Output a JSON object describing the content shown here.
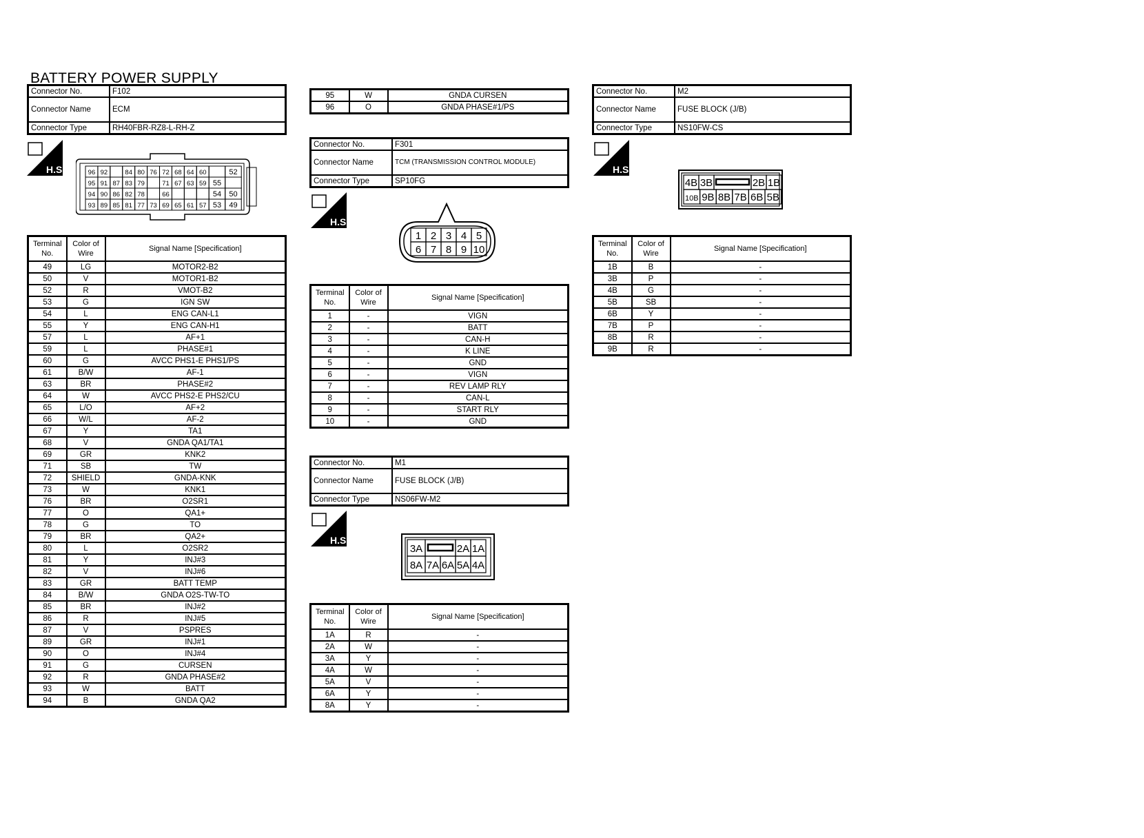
{
  "title": "BATTERY POWER SUPPLY",
  "labels": {
    "connector_no": "Connector No.",
    "connector_name": "Connector Name",
    "connector_type": "Connector Type",
    "hs": "H.S.",
    "col_terminal": "Terminal No.",
    "col_color": "Color of Wire",
    "col_signal": "Signal Name [Specification]"
  },
  "f102": {
    "no": "F102",
    "name": "ECM",
    "type": "RH40FBR-RZ8-L-RH-Z",
    "pins_row1": [
      "96",
      "92",
      "",
      "84",
      "80",
      "76",
      "72",
      "68",
      "64",
      "60",
      "",
      "52"
    ],
    "pins_row2": [
      "95",
      "91",
      "87",
      "83",
      "79",
      "",
      "71",
      "67",
      "63",
      "59",
      "55",
      ""
    ],
    "pins_row3": [
      "94",
      "90",
      "86",
      "82",
      "78",
      "",
      "66",
      "",
      "",
      "",
      "54",
      "50"
    ],
    "pins_row4": [
      "93",
      "89",
      "85",
      "81",
      "77",
      "73",
      "69",
      "65",
      "61",
      "57",
      "53",
      "49"
    ],
    "rows": [
      [
        "49",
        "LG",
        "MOTOR2-B2"
      ],
      [
        "50",
        "V",
        "MOTOR1-B2"
      ],
      [
        "52",
        "R",
        "VMOT-B2"
      ],
      [
        "53",
        "G",
        "IGN SW"
      ],
      [
        "54",
        "L",
        "ENG CAN-L1"
      ],
      [
        "55",
        "Y",
        "ENG CAN-H1"
      ],
      [
        "57",
        "L",
        "AF+1"
      ],
      [
        "59",
        "L",
        "PHASE#1"
      ],
      [
        "60",
        "G",
        "AVCC PHS1-E PHS1/PS"
      ],
      [
        "61",
        "B/W",
        "AF-1"
      ],
      [
        "63",
        "BR",
        "PHASE#2"
      ],
      [
        "64",
        "W",
        "AVCC PHS2-E PHS2/CU"
      ],
      [
        "65",
        "L/O",
        "AF+2"
      ],
      [
        "66",
        "W/L",
        "AF-2"
      ],
      [
        "67",
        "Y",
        "TA1"
      ],
      [
        "68",
        "V",
        "GNDA QA1/TA1"
      ],
      [
        "69",
        "GR",
        "KNK2"
      ],
      [
        "71",
        "SB",
        "TW"
      ],
      [
        "72",
        "SHIELD",
        "GNDA-KNK"
      ],
      [
        "73",
        "W",
        "KNK1"
      ],
      [
        "76",
        "BR",
        "O2SR1"
      ],
      [
        "77",
        "O",
        "QA1+"
      ],
      [
        "78",
        "G",
        "TO"
      ],
      [
        "79",
        "BR",
        "QA2+"
      ],
      [
        "80",
        "L",
        "O2SR2"
      ],
      [
        "81",
        "Y",
        "INJ#3"
      ],
      [
        "82",
        "V",
        "INJ#6"
      ],
      [
        "83",
        "GR",
        "BATT TEMP"
      ],
      [
        "84",
        "B/W",
        "GNDA O2S-TW-TO"
      ],
      [
        "85",
        "BR",
        "INJ#2"
      ],
      [
        "86",
        "R",
        "INJ#5"
      ],
      [
        "87",
        "V",
        "PSPRES"
      ],
      [
        "89",
        "GR",
        "INJ#1"
      ],
      [
        "90",
        "O",
        "INJ#4"
      ],
      [
        "91",
        "G",
        "CURSEN"
      ],
      [
        "92",
        "R",
        "GNDA PHASE#2"
      ],
      [
        "93",
        "W",
        "BATT"
      ],
      [
        "94",
        "B",
        "GNDA QA2"
      ]
    ]
  },
  "f102_cont": {
    "rows": [
      [
        "95",
        "W",
        "GNDA CURSEN"
      ],
      [
        "96",
        "O",
        "GNDA PHASE#1/PS"
      ]
    ]
  },
  "f301": {
    "no": "F301",
    "name": "TCM (TRANSMISSION CONTROL MODULE)",
    "type": "SP10FG",
    "pins_top": [
      "1",
      "2",
      "3",
      "4",
      "5"
    ],
    "pins_bottom": [
      "6",
      "7",
      "8",
      "9",
      "10"
    ],
    "rows": [
      [
        "1",
        "-",
        "VIGN"
      ],
      [
        "2",
        "-",
        "BATT"
      ],
      [
        "3",
        "-",
        "CAN-H"
      ],
      [
        "4",
        "-",
        "K LINE"
      ],
      [
        "5",
        "-",
        "GND"
      ],
      [
        "6",
        "-",
        "VIGN"
      ],
      [
        "7",
        "-",
        "REV LAMP RLY"
      ],
      [
        "8",
        "-",
        "CAN-L"
      ],
      [
        "9",
        "-",
        "START RLY"
      ],
      [
        "10",
        "-",
        "GND"
      ]
    ]
  },
  "m1": {
    "no": "M1",
    "name": "FUSE BLOCK (J/B)",
    "type": "NS06FW-M2",
    "pins_top": [
      "3A",
      "",
      "2A",
      "1A"
    ],
    "pins_bottom": [
      "8A",
      "7A",
      "6A",
      "5A",
      "4A"
    ],
    "rows": [
      [
        "1A",
        "R",
        "-"
      ],
      [
        "2A",
        "W",
        "-"
      ],
      [
        "3A",
        "Y",
        "-"
      ],
      [
        "4A",
        "W",
        "-"
      ],
      [
        "5A",
        "V",
        "-"
      ],
      [
        "6A",
        "Y",
        "-"
      ],
      [
        "8A",
        "Y",
        "-"
      ]
    ]
  },
  "m2": {
    "no": "M2",
    "name": "FUSE BLOCK (J/B)",
    "type": "NS10FW-CS",
    "pins_top": [
      "4B",
      "3B",
      "",
      "2B",
      "1B"
    ],
    "pins_bottom": [
      "10B",
      "9B",
      "8B",
      "7B",
      "6B",
      "5B"
    ],
    "rows": [
      [
        "1B",
        "B",
        "-"
      ],
      [
        "3B",
        "P",
        "-"
      ],
      [
        "4B",
        "G",
        "-"
      ],
      [
        "5B",
        "SB",
        "-"
      ],
      [
        "6B",
        "Y",
        "-"
      ],
      [
        "7B",
        "P",
        "-"
      ],
      [
        "8B",
        "R",
        "-"
      ],
      [
        "9B",
        "R",
        "-"
      ]
    ]
  }
}
